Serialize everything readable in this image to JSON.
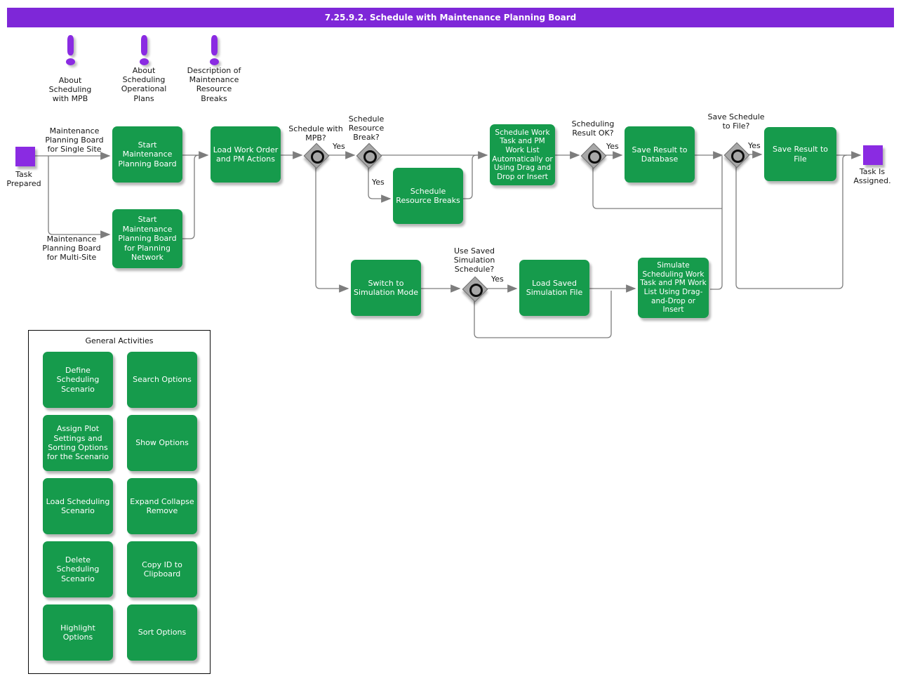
{
  "banner": {
    "title": "7.25.9.2. Schedule with Maintenance Planning Board"
  },
  "help_notes": [
    {
      "icon": "exclamation-icon",
      "label": "About Scheduling with MPB"
    },
    {
      "icon": "exclamation-icon",
      "label": "About Scheduling Operational Plans"
    },
    {
      "icon": "exclamation-icon",
      "label": "Description of Maintenance Resource Breaks"
    }
  ],
  "events": {
    "start": "Task Prepared",
    "end": "Task Is Assigned."
  },
  "branch_labels": {
    "single_site": "Maintenance Planning Board for Single Site",
    "multi_site": "Maintenance Planning Board for Multi-Site"
  },
  "tasks": {
    "start_mpb": "Start Maintenance Planning Board",
    "start_mpb_network": "Start Maintenance Planning Board for Planning Network",
    "load_work_order": "Load Work Order and PM Actions",
    "schedule_resource_breaks": "Schedule Resource Breaks",
    "schedule_work_task": "Schedule Work Task and PM Work List Automatically or Using Drag and Drop or Insert",
    "save_result_db": "Save Result to Database",
    "save_result_file": "Save Result to File",
    "switch_sim": "Switch to Simulation Mode",
    "load_saved_sim": "Load Saved Simulation File",
    "simulate": "Simulate Scheduling Work Task and PM Work List Using Drag-and-Drop or Insert"
  },
  "decisions": {
    "schedule_with_mpb": "Schedule with MPB?",
    "schedule_resource_break": "Schedule Resource Break?",
    "scheduling_result_ok": "Scheduling Result OK?",
    "save_schedule_to_file": "Save Schedule to File?",
    "use_saved_simulation": "Use Saved Simulation Schedule?"
  },
  "edge_labels": {
    "yes": "Yes"
  },
  "general_activities": {
    "title": "General Activities",
    "buttons": [
      "Define Scheduling Scenario",
      "Search Options",
      "Assign Plot Settings and Sorting Options for the Scenario",
      "Show Options",
      "Load Scheduling Scenario",
      "Expand Collapse Remove",
      "Delete Scheduling Scenario",
      "Copy ID to Clipboard",
      "Highlight Options",
      "Sort Options"
    ]
  },
  "colors": {
    "activity_green": "#169b4c",
    "event_purple": "#8a2be2",
    "banner_purple": "#7e27d8",
    "line_gray": "#7d7d7d",
    "diamond_gray": "#a7a7a7"
  }
}
